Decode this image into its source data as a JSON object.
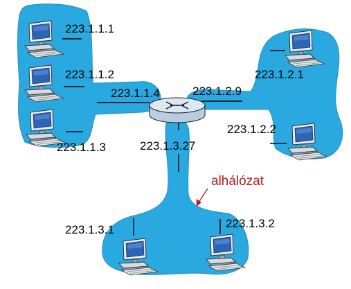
{
  "colors": {
    "subnet_fill": "#2aa9e0",
    "subnet_stroke": "#1f8fc4",
    "link_line": "#000000",
    "label_text": "#000000",
    "annotation_text": "#b71c1c",
    "arrow": "#b71c1c",
    "router_fill": "#cfe0f0",
    "router_stroke": "#1a1a1a"
  },
  "icons": {
    "router": "router-icon",
    "host": "computer-icon"
  },
  "annotation": {
    "text": "alhálózat"
  },
  "router_interfaces": {
    "left": "223.1.1.4",
    "right": "223.1.2.9",
    "bottom": "223.1.3.27"
  },
  "hosts": {
    "h1": "223.1.1.1",
    "h2": "223.1.1.2",
    "h3": "223.1.1.3",
    "h4": "223.1.2.1",
    "h5": "223.1.2.2",
    "h6": "223.1.3.1",
    "h7": "223.1.3.2"
  }
}
